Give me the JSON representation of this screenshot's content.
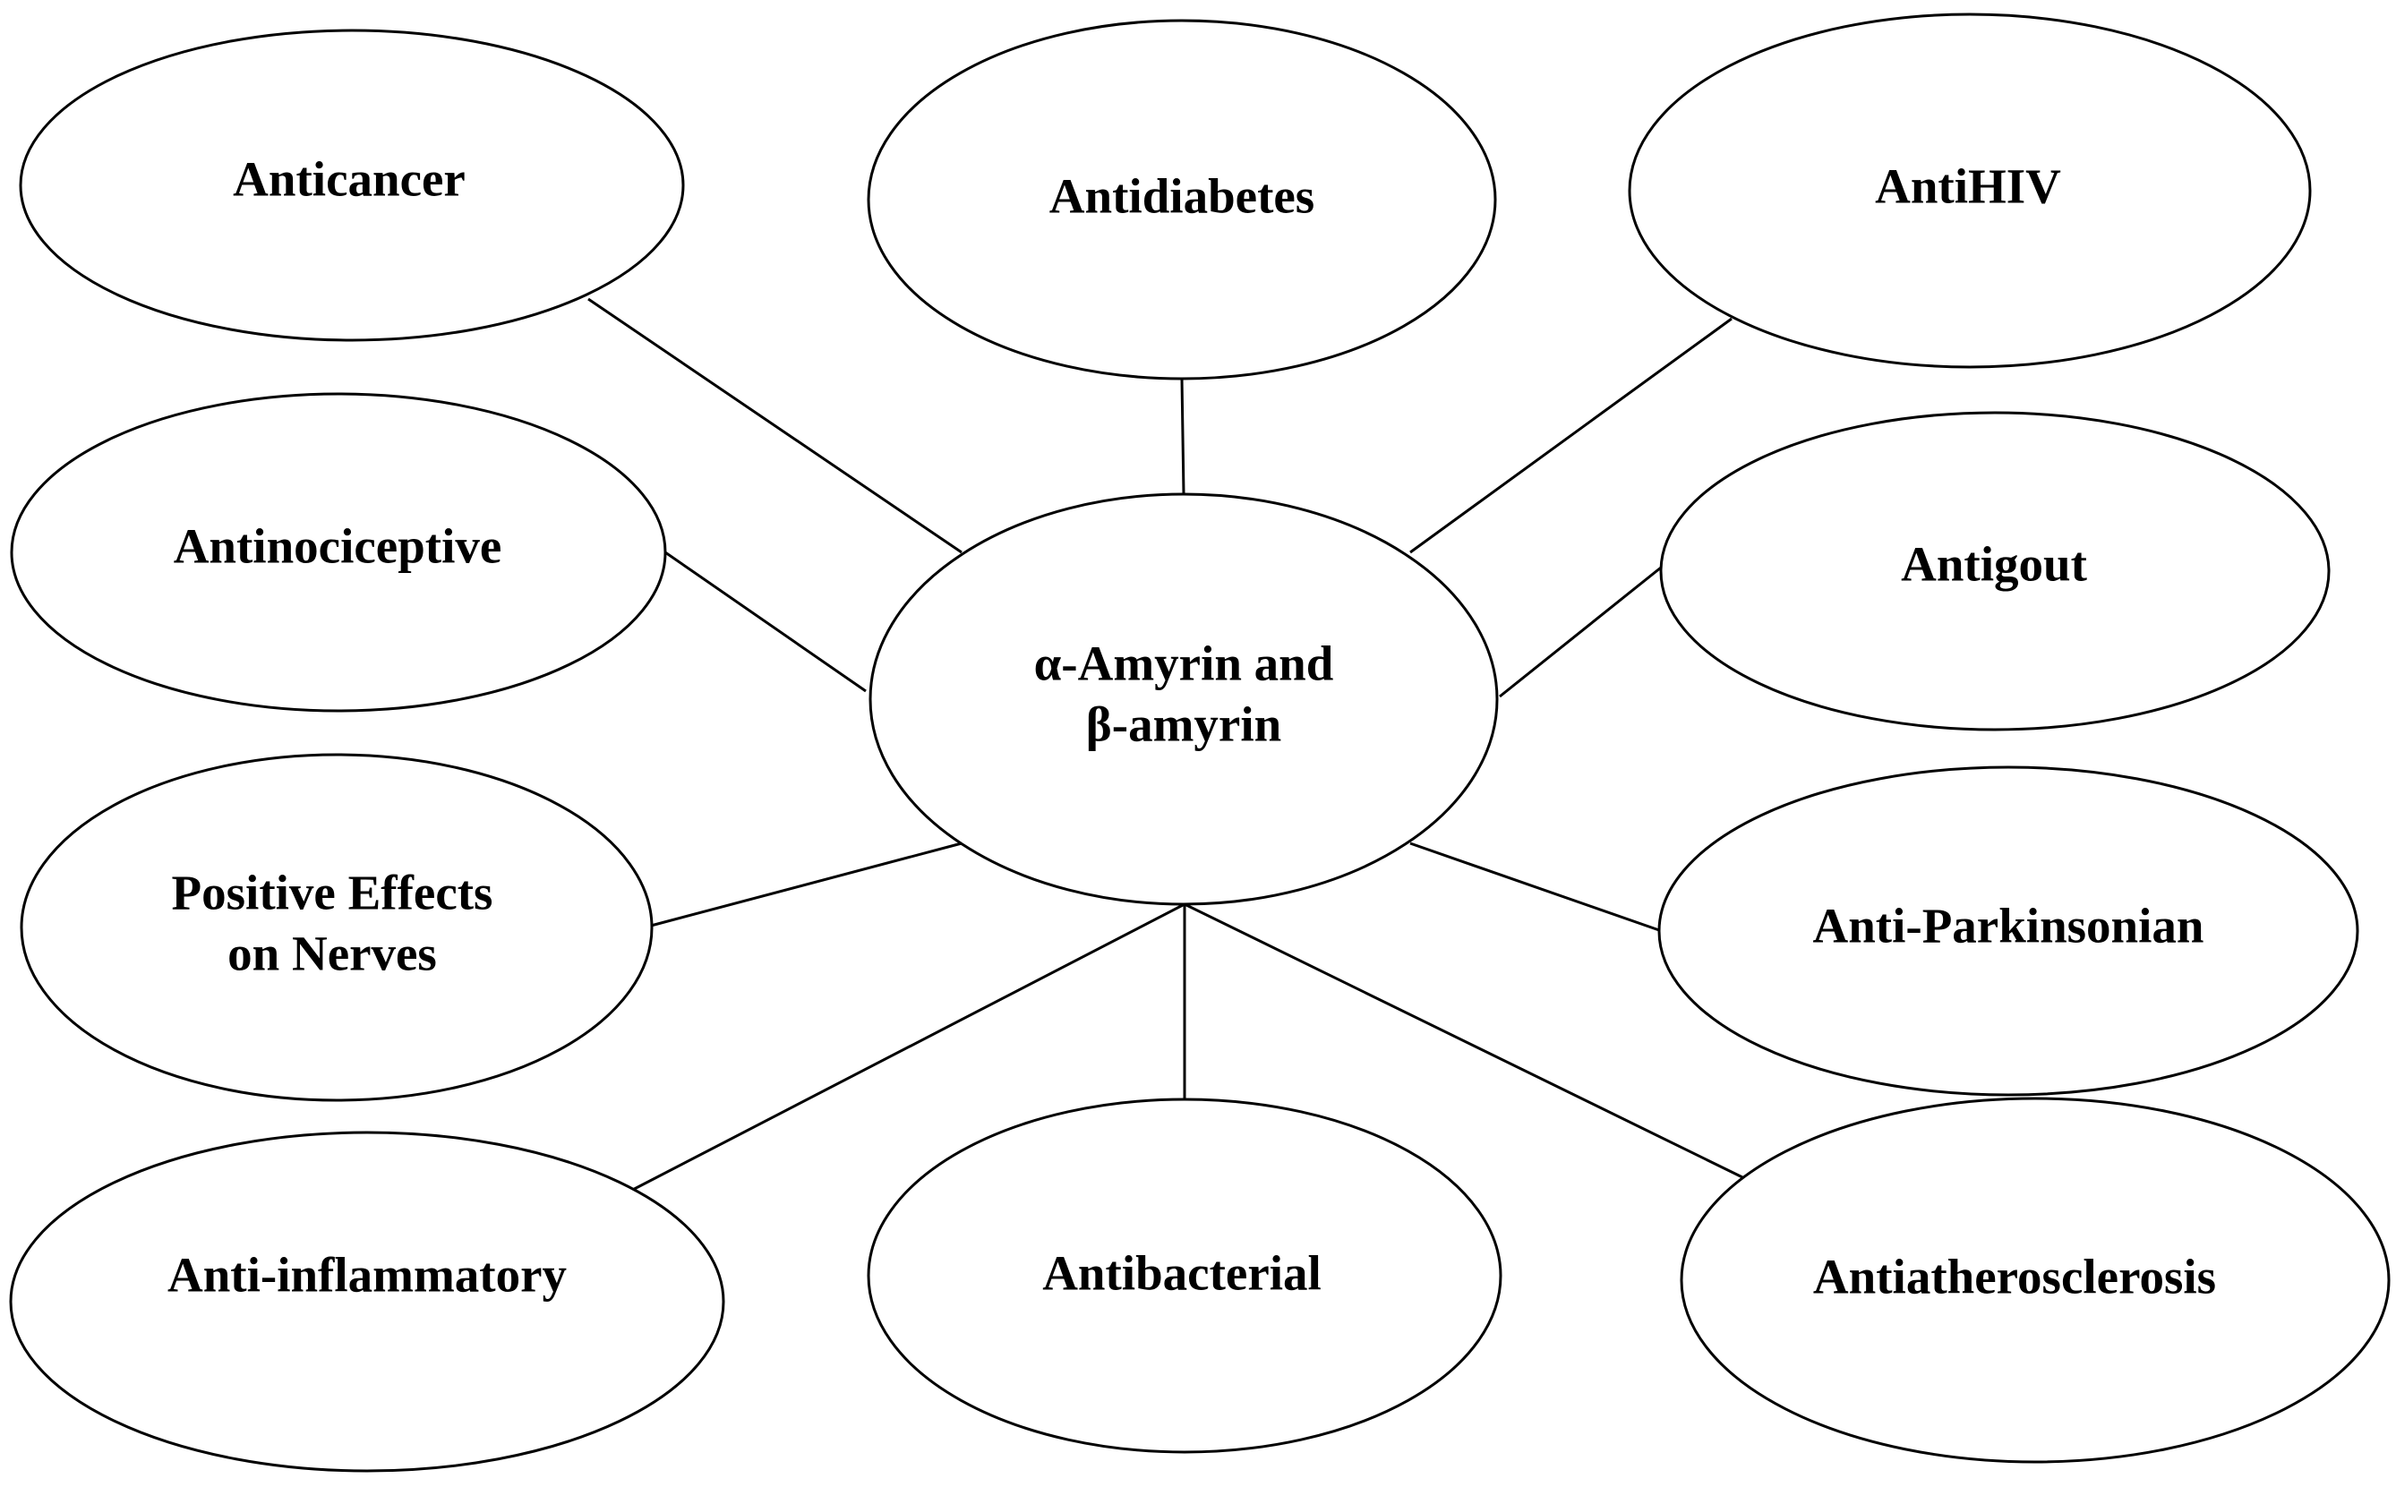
{
  "center": {
    "line1": "α-Amyrin and",
    "line2": "β-amyrin"
  },
  "nodes": {
    "anticancer": "Anticancer",
    "antidiabetes": "Antidiabetes",
    "antihiv": "AntiHIV",
    "antinociceptive": "Antinociceptive",
    "antigout": "Antigout",
    "nerves_line1": "Positive Effects",
    "nerves_line2": "on Nerves",
    "antiparkinsonian": "Anti-Parkinsonian",
    "antiinflammatory": "Anti-inflammatory",
    "antibacterial": "Antibacterial",
    "antiatherosclerosis": "Antiatherosclerosis"
  },
  "colors": {
    "stroke": "#000000",
    "background": "#ffffff"
  }
}
